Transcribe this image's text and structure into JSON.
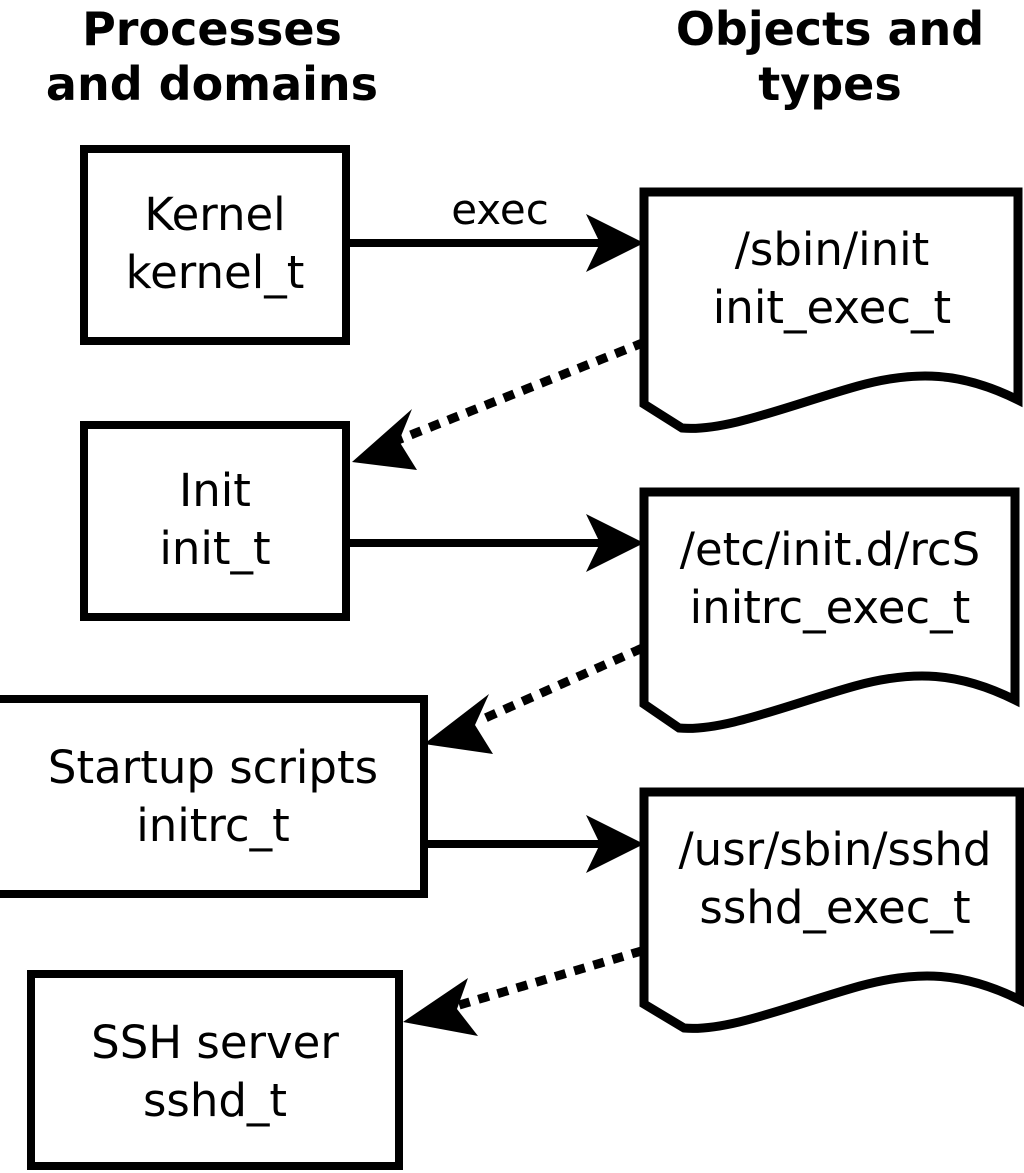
{
  "diagram": {
    "title_left": "Processes and domains",
    "title_right": "Objects and types",
    "columns": {
      "left": {
        "line1": "Processes",
        "line2": "and domains"
      },
      "right": {
        "line1": "Objects and",
        "line2": "types"
      }
    },
    "domains": [
      {
        "id": "kernel",
        "line1": "Kernel",
        "line2": "kernel_t"
      },
      {
        "id": "init",
        "line1": "Init",
        "line2": "init_t"
      },
      {
        "id": "initrc",
        "line1": "Startup scripts",
        "line2": "initrc_t"
      },
      {
        "id": "sshd",
        "line1": "SSH server",
        "line2": "sshd_t"
      }
    ],
    "objects": [
      {
        "id": "init-exec",
        "line1": "/sbin/init",
        "line2": "init_exec_t"
      },
      {
        "id": "initrc-exec",
        "line1": "/etc/init.d/rcS",
        "line2": "initrc_exec_t"
      },
      {
        "id": "sshd-exec",
        "line1": "/usr/sbin/sshd",
        "line2": "sshd_exec_t"
      }
    ],
    "edges": [
      {
        "id": "kernel-exec-init",
        "label": "exec",
        "style": "solid",
        "from": "kernel",
        "to": "init-exec"
      },
      {
        "id": "init-exec-transition-init",
        "label": "",
        "style": "dotted",
        "from": "init-exec",
        "to": "init"
      },
      {
        "id": "init-exec-initrc",
        "label": "",
        "style": "solid",
        "from": "init",
        "to": "initrc-exec"
      },
      {
        "id": "initrc-exec-transition-initrc",
        "label": "",
        "style": "dotted",
        "from": "initrc-exec",
        "to": "initrc"
      },
      {
        "id": "initrc-exec-sshd",
        "label": "",
        "style": "solid",
        "from": "initrc",
        "to": "sshd-exec"
      },
      {
        "id": "sshd-exec-transition-sshd",
        "label": "",
        "style": "dotted",
        "from": "sshd-exec",
        "to": "sshd"
      }
    ],
    "colors": {
      "stroke": "#000000",
      "background": "#ffffff",
      "text": "#000000"
    }
  }
}
